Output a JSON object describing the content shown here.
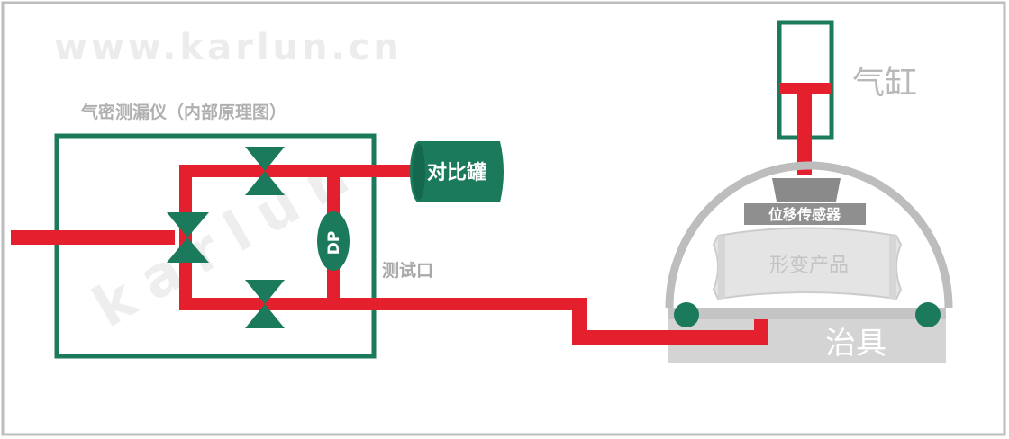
{
  "watermark": {
    "url": "www.karlun.cn",
    "diagonal": "karlun"
  },
  "labels": {
    "instrument_title": "气密测漏仪（内部原理图）",
    "reference_tank": "对比罐",
    "dp_sensor": "DP",
    "test_port": "测试口",
    "cylinder": "气缸",
    "displacement_sensor": "位移传感器",
    "deformed_product": "形变产品",
    "fixture": "治具"
  },
  "colors": {
    "pipe_red": "#e4202e",
    "valve_green": "#1a7a5b",
    "frame_green": "#1a7a5b",
    "gray": "#b5b5b5",
    "light_gray": "#d0d0d0",
    "border_gray": "#bdbdbd"
  }
}
